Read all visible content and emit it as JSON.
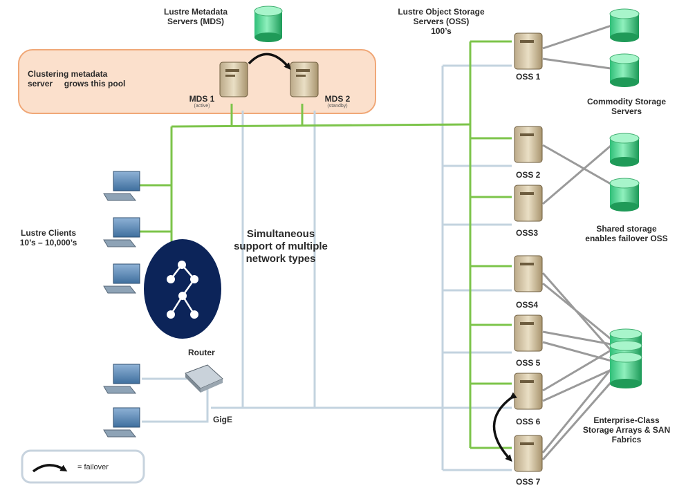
{
  "labels": {
    "mds_title_1": "Lustre Metadata",
    "mds_title_2": "Servers (MDS)",
    "oss_title_1": "Lustre Object Storage",
    "oss_title_2": "Servers (OSS)",
    "oss_title_3": "100’s",
    "clustering_1": "Clustering metadata",
    "clustering_2": "server     grows this pool",
    "mds1": "MDS 1",
    "mds1_state": "(active)",
    "mds2": "MDS 2",
    "mds2_state": "(standby)",
    "clients_1": "Lustre Clients",
    "clients_2": "10’s – 10,000’s",
    "network_1": "Simultaneous",
    "network_2": "support of multiple",
    "network_3": "network types",
    "router": "Router",
    "gige": "GigE",
    "legend_failover": "= failover",
    "commodity_1": "Commodity Storage",
    "commodity_2": "Servers",
    "shared_1": "Shared storage",
    "shared_2": "enables failover OSS",
    "enterprise_1": "Enterprise-Class",
    "enterprise_2": "Storage Arrays & SAN",
    "enterprise_3": "Fabrics"
  },
  "oss_nodes": [
    "OSS 1",
    "OSS 2",
    "OSS3",
    "OSS4",
    "OSS 5",
    "OSS 6",
    "OSS 7"
  ],
  "colors": {
    "network_green": "#7cc44a",
    "network_gray": "#c3d3df",
    "pool_fill": "#fbe0cc",
    "pool_border": "#f0a878",
    "logo_navy": "#0c2459",
    "storage_green": "#2fbf78"
  }
}
